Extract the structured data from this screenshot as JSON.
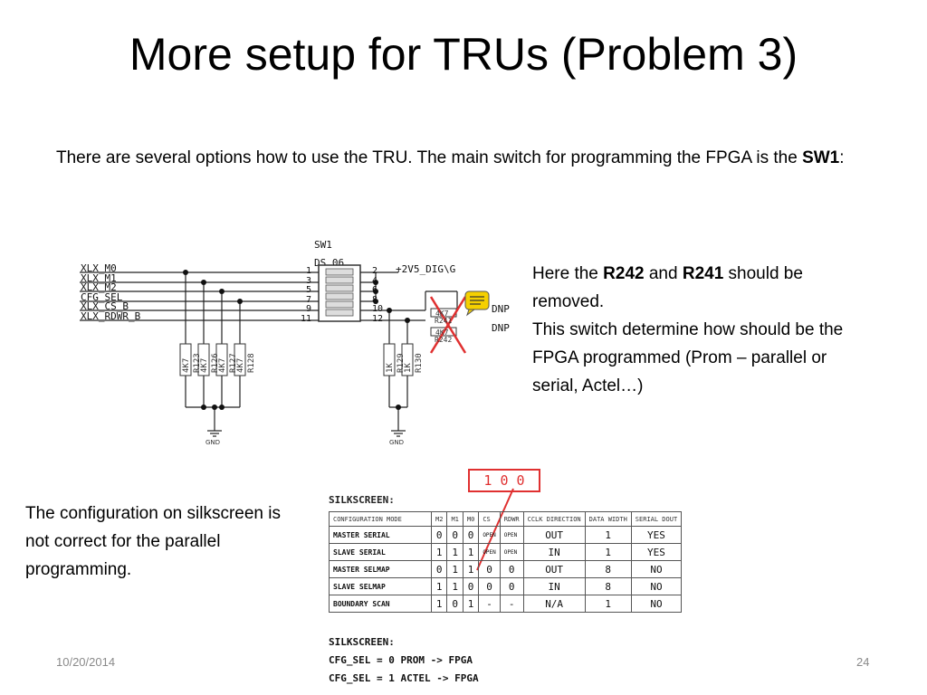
{
  "slide": {
    "title": "More setup for TRUs (Problem 3)",
    "intro_text": "There are several options how to use the TRU. The main switch for programming the FPGA is the ",
    "intro_bold": "SW1",
    "intro_end": ":",
    "right_note": {
      "p1_a": "Here the ",
      "p1_b": "R242",
      "p1_c": " and ",
      "p1_d": "R241",
      "p1_e": " should be removed.",
      "p2": "This switch determine how should be the FPGA programmed (Prom – parallel or serial, Actel…)"
    },
    "left_note": "The configuration on silkscreen is not correct for the parallel programming.",
    "date": "10/20/2014",
    "page_number": "24"
  },
  "schematic": {
    "switch_ref": "SW1",
    "switch_part": "DS_06",
    "supply": "+2V5_DIG\\G",
    "nets": [
      "XLX_M0",
      "XLX_M1",
      "XLX_M2",
      "CFG_SEL",
      "XLX_CS_B",
      "XLX_RDWR_B"
    ],
    "pins_left": [
      "1",
      "3",
      "5",
      "7",
      "9",
      "11"
    ],
    "pins_right": [
      "2",
      "4",
      "6",
      "8",
      "10",
      "12"
    ],
    "pull_resistors": [
      {
        "value": "4K7",
        "ref": "R123"
      },
      {
        "value": "4K7",
        "ref": "R126"
      },
      {
        "value": "4K7",
        "ref": "R127"
      },
      {
        "value": "4K7",
        "ref": "R128"
      }
    ],
    "right_resistors": [
      {
        "value": "1K",
        "ref": "R129"
      },
      {
        "value": "1K",
        "ref": "R130"
      }
    ],
    "removed_resistors": [
      {
        "value": "4K7",
        "ref": "R241",
        "mark": "DNP"
      },
      {
        "value": "4K7",
        "ref": "R242",
        "mark": "DNP"
      }
    ],
    "gnd_label": "GND",
    "red_box_text": "1  0  0",
    "colors": {
      "red_mark": "#e03030",
      "note_icon": "#f5d000"
    }
  },
  "silkscreen": {
    "label": "SILKSCREEN:",
    "columns": [
      "CONFIGURATION MODE",
      "M2",
      "M1",
      "M0",
      "CS",
      "RDWR",
      "CCLK DIRECTION",
      "DATA WIDTH",
      "SERIAL DOUT"
    ],
    "rows": [
      [
        "MASTER SERIAL",
        "0",
        "0",
        "0",
        "OPEN",
        "OPEN",
        "OUT",
        "1",
        "YES"
      ],
      [
        "SLAVE SERIAL",
        "1",
        "1",
        "1",
        "OPEN",
        "OPEN",
        "IN",
        "1",
        "YES"
      ],
      [
        "MASTER SELMAP",
        "0",
        "1",
        "1",
        "0",
        "0",
        "OUT",
        "8",
        "NO"
      ],
      [
        "SLAVE SELMAP",
        "1",
        "1",
        "0",
        "0",
        "0",
        "IN",
        "8",
        "NO"
      ],
      [
        "BOUNDARY SCAN",
        "1",
        "0",
        "1",
        "-",
        "-",
        "N/A",
        "1",
        "NO"
      ]
    ],
    "label2": "SILKSCREEN:",
    "lines": [
      "CFG_SEL = 0 PROM -> FPGA",
      "CFG_SEL = 1 ACTEL -> FPGA"
    ]
  }
}
